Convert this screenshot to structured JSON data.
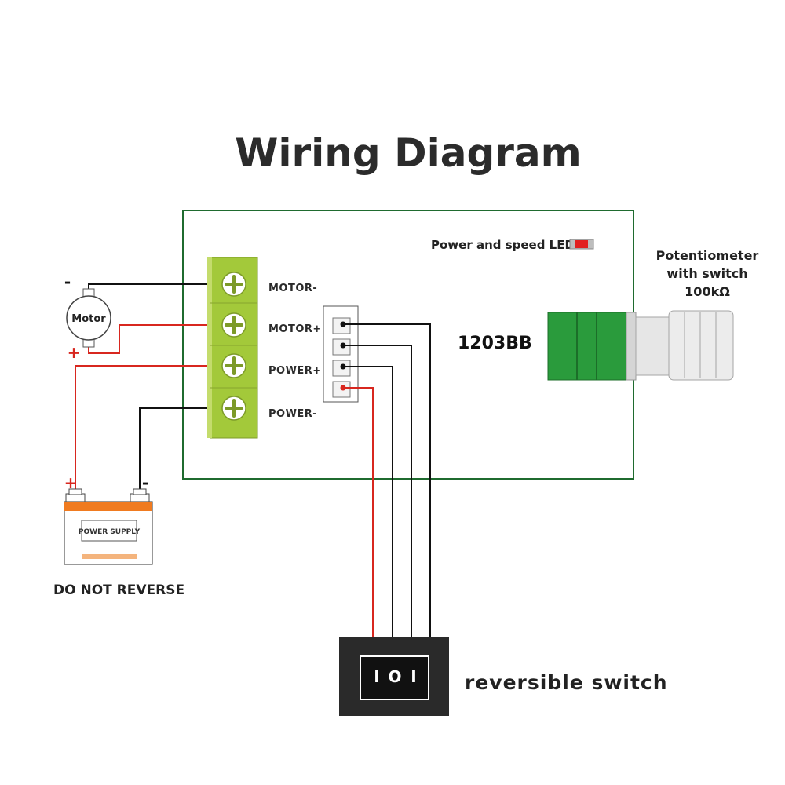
{
  "title": "Wiring Diagram",
  "board": {
    "model": "1203BB",
    "led_label": "Power and speed LED",
    "terminals": [
      "MOTOR-",
      "MOTOR+",
      "POWER+",
      "POWER-"
    ]
  },
  "potentiometer": {
    "line1": "Potentiometer",
    "line2": "with switch",
    "line3": "100kΩ"
  },
  "motor": {
    "label": "Motor",
    "minus": "-",
    "plus": "+"
  },
  "power_supply": {
    "label": "POWER SUPPLY",
    "plus": "+",
    "minus": "-",
    "warning": "DO NOT REVERSE"
  },
  "switch": {
    "label": "reversible switch",
    "symbols": [
      "I",
      "O",
      "I"
    ]
  },
  "colors": {
    "board_border": "#1f6b2f",
    "terminal_green": "#a3c93a",
    "wire_red": "#d8271f",
    "wire_black": "#111111",
    "pot_green": "#2a9b3c",
    "battery_orange": "#f07b20",
    "led_red": "#e11f1f"
  }
}
